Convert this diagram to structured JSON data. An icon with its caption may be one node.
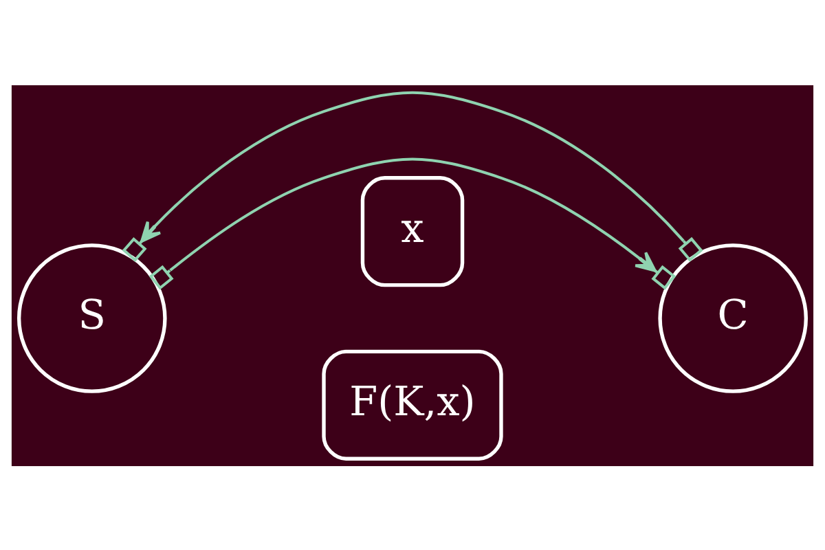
{
  "diagram": {
    "nodes": [
      {
        "text": [
          "S"
        ]
      },
      {
        "text": [
          "C"
        ]
      },
      {
        "text": [
          "x"
        ]
      },
      {
        "text": [
          "F(K,x)"
        ]
      }
    ],
    "edges": [
      {
        "from": 1,
        "to": 0,
        "arrow": "to"
      },
      {
        "from": 0,
        "to": 1,
        "arrow": "to"
      }
    ]
  }
}
